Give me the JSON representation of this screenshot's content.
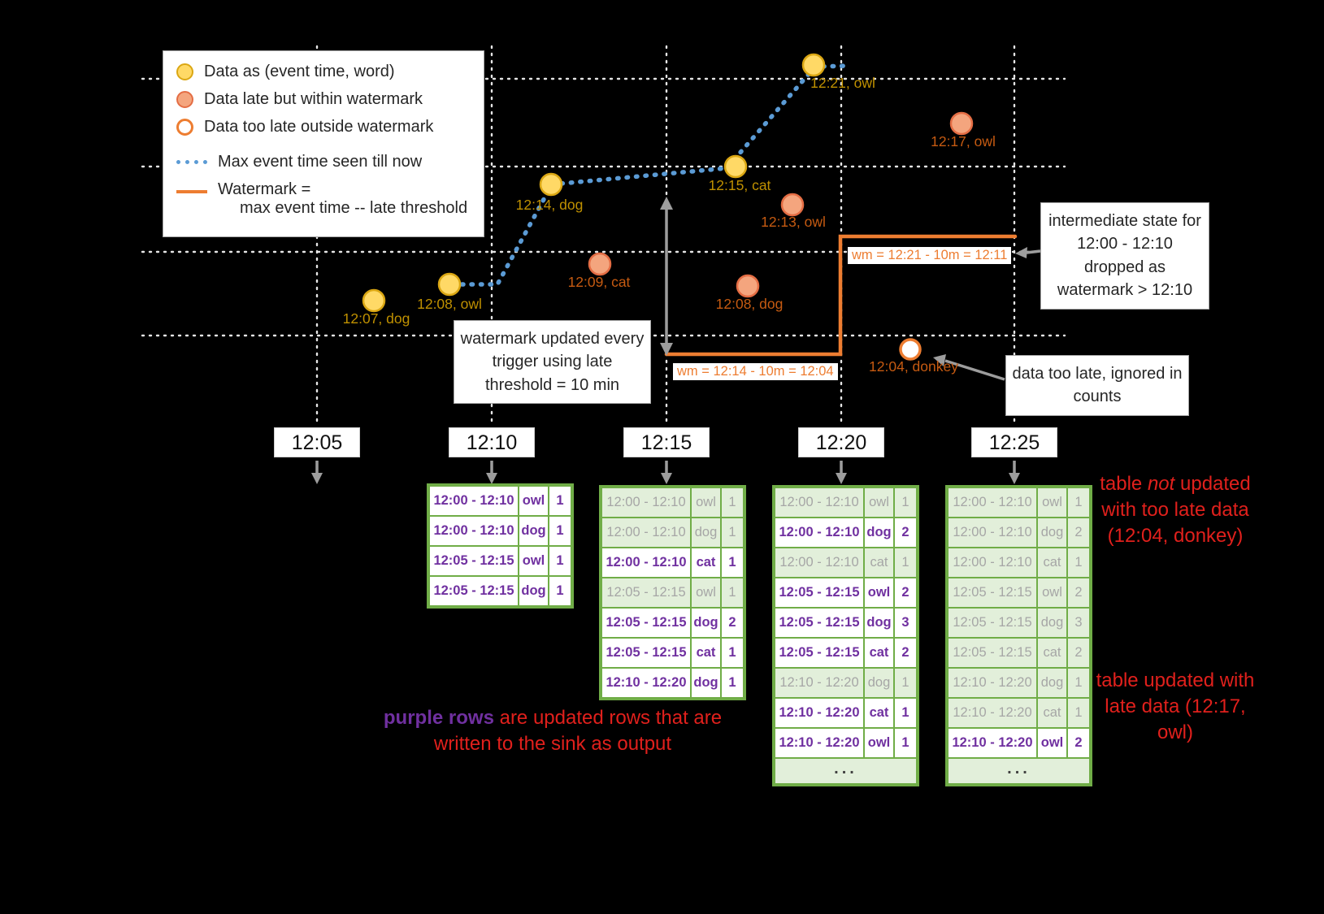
{
  "legend": {
    "items": [
      {
        "icon": "on-time-dot",
        "label": "Data as (event time, word)"
      },
      {
        "icon": "late-dot",
        "label": "Data late but within watermark"
      },
      {
        "icon": "too-late-dot",
        "label": "Data too late outside watermark"
      },
      {
        "icon": "max-event-time-line",
        "label": "Max event time seen till now"
      },
      {
        "icon": "watermark-line",
        "label": "Watermark =",
        "label2": "max event time -- late threshold"
      }
    ]
  },
  "points": [
    {
      "label": "12:07, dog",
      "type": "on-time"
    },
    {
      "label": "12:08, owl",
      "type": "on-time"
    },
    {
      "label": "12:14, dog",
      "type": "on-time"
    },
    {
      "label": "12:09, cat",
      "type": "late"
    },
    {
      "label": "12:15, cat",
      "type": "on-time"
    },
    {
      "label": "12:13, owl",
      "type": "late"
    },
    {
      "label": "12:08, dog",
      "type": "late"
    },
    {
      "label": "12:21, owl",
      "type": "on-time"
    },
    {
      "label": "12:17, owl",
      "type": "late"
    },
    {
      "label": "12:04, donkey",
      "type": "too-late"
    }
  ],
  "watermarks": {
    "wm1": "wm = 12:14 - 10m = 12:04",
    "wm2": "wm = 12:21 - 10m = 12:11"
  },
  "callouts": {
    "trigger": "watermark updated every trigger using late threshold = 10 min",
    "dropped": "intermediate state for 12:00 - 12:10 dropped as watermark > 12:10",
    "ignored": "data too late, ignored in counts"
  },
  "axis": {
    "ticks": [
      "12:05",
      "12:10",
      "12:15",
      "12:20",
      "12:25"
    ]
  },
  "result_tables": {
    "t1210": {
      "rows": [
        {
          "window": "12:00 - 12:10",
          "word": "owl",
          "count": "1",
          "updated": true
        },
        {
          "window": "12:00 - 12:10",
          "word": "dog",
          "count": "1",
          "updated": true
        },
        {
          "window": "12:05 - 12:15",
          "word": "owl",
          "count": "1",
          "updated": true
        },
        {
          "window": "12:05 - 12:15",
          "word": "dog",
          "count": "1",
          "updated": true
        }
      ]
    },
    "t1215": {
      "rows": [
        {
          "window": "12:00 - 12:10",
          "word": "owl",
          "count": "1",
          "updated": false
        },
        {
          "window": "12:00 - 12:10",
          "word": "dog",
          "count": "1",
          "updated": false
        },
        {
          "window": "12:00 - 12:10",
          "word": "cat",
          "count": "1",
          "updated": true
        },
        {
          "window": "12:05 - 12:15",
          "word": "owl",
          "count": "1",
          "updated": false
        },
        {
          "window": "12:05 - 12:15",
          "word": "dog",
          "count": "2",
          "updated": true
        },
        {
          "window": "12:05 - 12:15",
          "word": "cat",
          "count": "1",
          "updated": true
        },
        {
          "window": "12:10 - 12:20",
          "word": "dog",
          "count": "1",
          "updated": true
        }
      ]
    },
    "t1220": {
      "ellipsis": "...",
      "rows": [
        {
          "window": "12:00 - 12:10",
          "word": "owl",
          "count": "1",
          "updated": false
        },
        {
          "window": "12:00 - 12:10",
          "word": "dog",
          "count": "2",
          "updated": true
        },
        {
          "window": "12:00 - 12:10",
          "word": "cat",
          "count": "1",
          "updated": false
        },
        {
          "window": "12:05 - 12:15",
          "word": "owl",
          "count": "2",
          "updated": true
        },
        {
          "window": "12:05 - 12:15",
          "word": "dog",
          "count": "3",
          "updated": true
        },
        {
          "window": "12:05 - 12:15",
          "word": "cat",
          "count": "2",
          "updated": true
        },
        {
          "window": "12:10 - 12:20",
          "word": "dog",
          "count": "1",
          "updated": false
        },
        {
          "window": "12:10 - 12:20",
          "word": "cat",
          "count": "1",
          "updated": true
        },
        {
          "window": "12:10 - 12:20",
          "word": "owl",
          "count": "1",
          "updated": true
        }
      ]
    },
    "t1225": {
      "ellipsis": "...",
      "rows": [
        {
          "window": "12:00 - 12:10",
          "word": "owl",
          "count": "1",
          "updated": false
        },
        {
          "window": "12:00 - 12:10",
          "word": "dog",
          "count": "2",
          "updated": false
        },
        {
          "window": "12:00 - 12:10",
          "word": "cat",
          "count": "1",
          "updated": false
        },
        {
          "window": "12:05 - 12:15",
          "word": "owl",
          "count": "2",
          "updated": false
        },
        {
          "window": "12:05 - 12:15",
          "word": "dog",
          "count": "3",
          "updated": false
        },
        {
          "window": "12:05 - 12:15",
          "word": "cat",
          "count": "2",
          "updated": false
        },
        {
          "window": "12:10 - 12:20",
          "word": "dog",
          "count": "1",
          "updated": false
        },
        {
          "window": "12:10 - 12:20",
          "word": "cat",
          "count": "1",
          "updated": false
        },
        {
          "window": "12:10 - 12:20",
          "word": "owl",
          "count": "2",
          "updated": true
        }
      ]
    }
  },
  "annotations": {
    "purple_note": {
      "highlight": "purple rows",
      "rest": " are updated rows that are written to the sink as output"
    },
    "too_late_note": {
      "prefix": "table ",
      "em": "not",
      "suffix": " updated with too late data (12:04, donkey)"
    },
    "late_note": "table updated with late data (12:17, owl)"
  },
  "colors": {
    "on_time_fill": "#ffd966",
    "on_time_stroke": "#dba713",
    "late_fill": "#f4a57e",
    "late_stroke": "#e46d44",
    "too_late_stroke": "#ed7d31",
    "max_event_line": "#5b9bd5",
    "watermark_line": "#ed7d31",
    "table_green": "#70ad47",
    "table_bg": "#e2efda",
    "updated_purple": "#7030a0",
    "stale_gray": "#a6a6a6",
    "note_red": "#e0201c",
    "on_time_label": "#bf9000",
    "late_label": "#c55a11"
  }
}
